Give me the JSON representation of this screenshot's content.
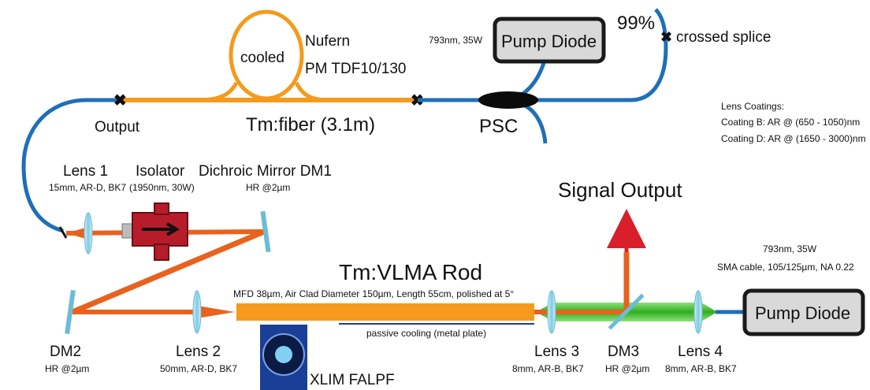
{
  "fiber": {
    "coil_label": "cooled",
    "name_line1": "Nufern",
    "name_line2": "PM TDF10/130",
    "gain_label": "Tm:fiber (3.1m)",
    "output_label": "Output"
  },
  "pump_top": {
    "spec": "793nm, 35W",
    "label": "Pump Diode"
  },
  "splice": {
    "percent": "99%",
    "label": "crossed splice"
  },
  "psc": {
    "label": "PSC"
  },
  "coatings": {
    "title": "Lens Coatings:",
    "b": "Coating B: AR @ (650 - 1050)nm",
    "d": "Coating D: AR @ (1650 - 3000)nm"
  },
  "lens1": {
    "label": "Lens 1",
    "spec": "15mm, AR-D, BK7"
  },
  "isolator": {
    "label": "Isolator",
    "spec": "(1950nm, 30W)"
  },
  "dm1": {
    "label": "Dichroic Mirror DM1",
    "spec": "HR @2µm"
  },
  "signal": {
    "label": "Signal Output"
  },
  "rod": {
    "label": "Tm:VLMA Rod",
    "spec": "MFD 38µm, Air Clad Diameter 150µm, Length 55cm, polished at 5°",
    "cooling": "passive cooling (metal plate)",
    "image_label": "XLIM FALPF"
  },
  "pump_bottom": {
    "spec1": "793nm, 35W",
    "spec2": "SMA cable, 105/125µm, NA 0.22",
    "label": "Pump Diode"
  },
  "dm2": {
    "label": "DM2",
    "spec": "HR @2µm"
  },
  "lens2": {
    "label": "Lens 2",
    "spec": "50mm, AR-D, BK7"
  },
  "lens3": {
    "label": "Lens 3",
    "spec": "8mm, AR-B, BK7"
  },
  "dm3": {
    "label": "DM3",
    "spec": "HR @2µm"
  },
  "lens4": {
    "label": "Lens 4",
    "spec": "8mm, AR-B, BK7"
  },
  "colors": {
    "fiber_blue": "#1f6fb8",
    "fiber_orange": "#f59a1c",
    "beam_orange": "#e8621e",
    "pump_green": "#3cbf2a",
    "isolator_red": "#b71c2a",
    "signal_red": "#d81f2a",
    "lens_blue": "#8fd3e8"
  }
}
